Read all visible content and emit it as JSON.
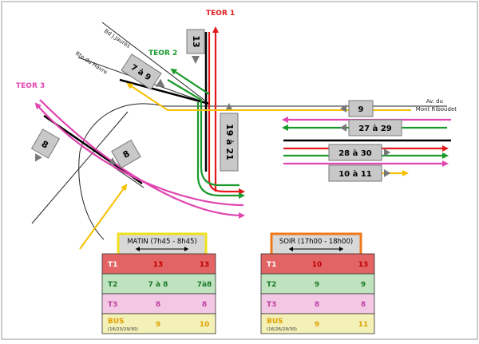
{
  "colors": {
    "teor1": "#e31a1c",
    "teor2": "#1a9a2a",
    "teor3": "#e046b0",
    "bus": "#f5c000",
    "black": "#000000",
    "signal_box": "#c8c8c8",
    "matin_border": "#f0e020",
    "soir_border": "#f07818"
  },
  "lines": {
    "teor1": "TEOR 1",
    "teor2": "TEOR 2",
    "teor3": "TEOR 3"
  },
  "streets": {
    "jaures": "Bd J.Jaurès",
    "havre": "Rte du Havre",
    "riboudet_1": "Av. du",
    "riboudet_2": "Mont Riboudet"
  },
  "signals": {
    "s13": "13",
    "s7a9": "7 à 9",
    "s19a21": "19 à 21",
    "s9": "9",
    "s27a29": "27 à 29",
    "s28a30": "28 à 30",
    "s10a11": "10 à 11",
    "s8_left": "8",
    "s8_right": "8"
  },
  "tables": [
    {
      "title": "MATIN (7h45 - 8h45)",
      "rows": [
        {
          "label": "T1",
          "a": "13",
          "b": "13",
          "color": "#e36464",
          "text": "#c00000"
        },
        {
          "label": "T2",
          "a": "7 à 8",
          "b": "7à8",
          "color": "#bfe2bf",
          "text": "#1a7a2a"
        },
        {
          "label": "T3",
          "a": "8",
          "b": "8",
          "color": "#f3c8e4",
          "text": "#c040a0"
        },
        {
          "label": "BUS",
          "sub": "(16/23/29/30)",
          "a": "9",
          "b": "10",
          "color": "#f3f0b8",
          "text": "#e0a000"
        }
      ]
    },
    {
      "title": "SOIR (17h00 - 18h00)",
      "rows": [
        {
          "label": "T1",
          "a": "10",
          "b": "13",
          "color": "#e36464",
          "text": "#c00000"
        },
        {
          "label": "T2",
          "a": "9",
          "b": "9",
          "color": "#bfe2bf",
          "text": "#1a7a2a"
        },
        {
          "label": "T3",
          "a": "8",
          "b": "8",
          "color": "#f3c8e4",
          "text": "#c040a0"
        },
        {
          "label": "BUS",
          "sub": "(16/26/29/30)",
          "a": "9",
          "b": "11",
          "color": "#f3f0b8",
          "text": "#e0a000"
        }
      ]
    }
  ]
}
